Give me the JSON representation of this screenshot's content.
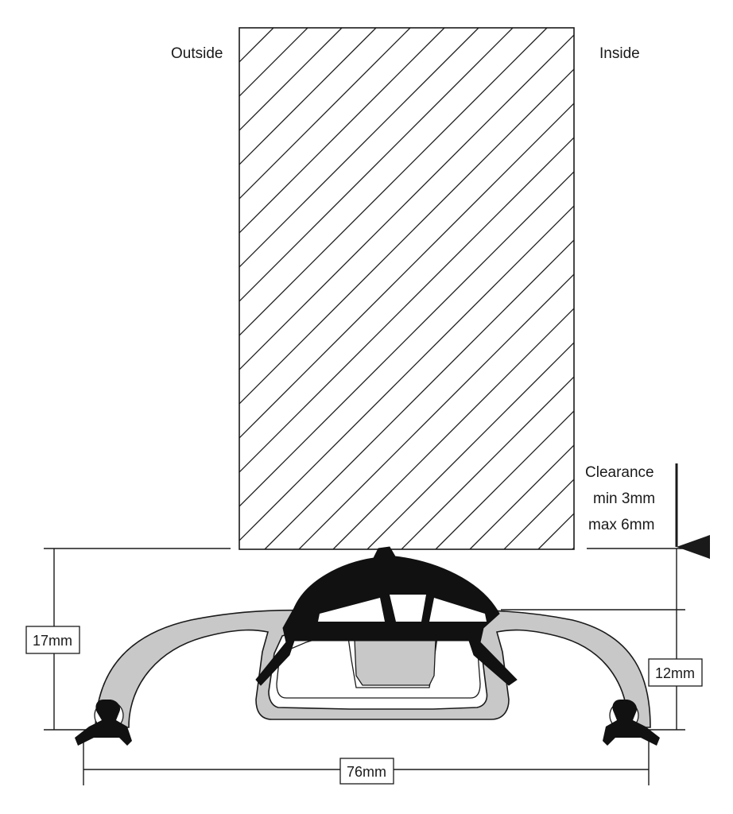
{
  "labels": {
    "outside": "Outside",
    "inside": "Inside",
    "clearance_line1": "Clearance",
    "clearance_line2": "min 3mm",
    "clearance_line3": "max 6mm"
  },
  "dimensions": {
    "height_total": "17mm",
    "height_profile": "12mm",
    "width_total": "76mm"
  },
  "colors": {
    "aluminium": "#c8c8c8",
    "seal": "#111111",
    "line": "#1a1a1a"
  }
}
